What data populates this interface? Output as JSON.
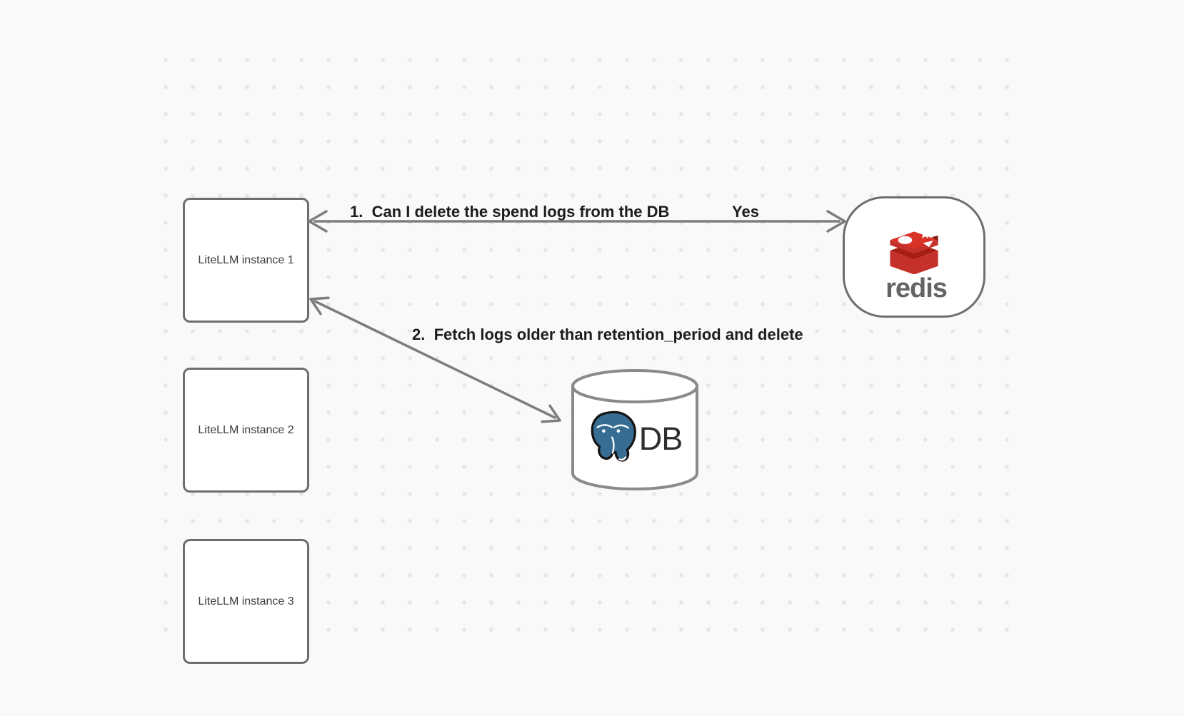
{
  "canvas": {
    "instances": [
      {
        "label": "LiteLLM instance 1"
      },
      {
        "label": "LiteLLM instance 2"
      },
      {
        "label": "LiteLLM instance 3"
      }
    ],
    "redis_node": {
      "wordmark": "redis"
    },
    "db_node": {
      "label": "DB"
    },
    "messages": {
      "msg1": "1.  Can I delete the spend logs from the DB",
      "msg1_reply": "Yes",
      "msg2": "2.  Fetch logs older than retention_period and delete"
    }
  },
  "colors": {
    "background": "#f9f9f9",
    "dot": "#e7e7e7",
    "stroke": "#7d7d7d",
    "box_border": "#6e6e6e",
    "text": "#1d1d1d",
    "box_label": "#3c3c3c",
    "node_fill": "#ffffff",
    "cylinder_border": "#8a8a8a",
    "redis_red": "#c6302b",
    "redis_red_dark": "#a41e11",
    "redis_red_bright": "#d93327",
    "redis_notch": "#8a1a10",
    "redis_wordmark": "#646464",
    "postgres_blue": "#376d93",
    "db_text": "#2e2e2e"
  }
}
